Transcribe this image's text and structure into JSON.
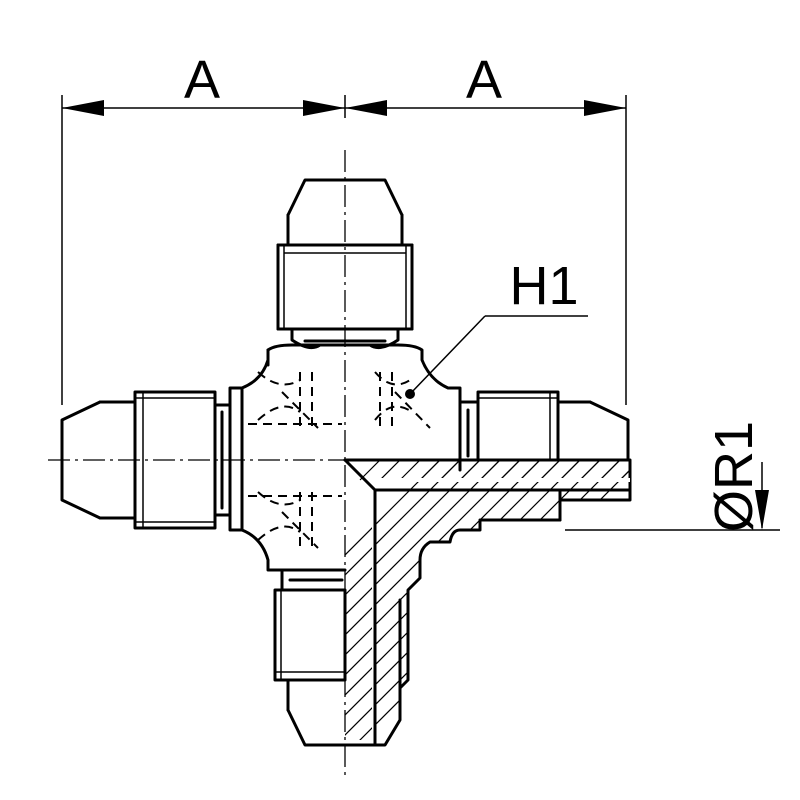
{
  "dimensions": {
    "left_label": "A",
    "right_label": "A",
    "thread_label": "H1",
    "radius_label": "ØR1"
  },
  "colors": {
    "line": "#000000",
    "background": "#ffffff"
  }
}
